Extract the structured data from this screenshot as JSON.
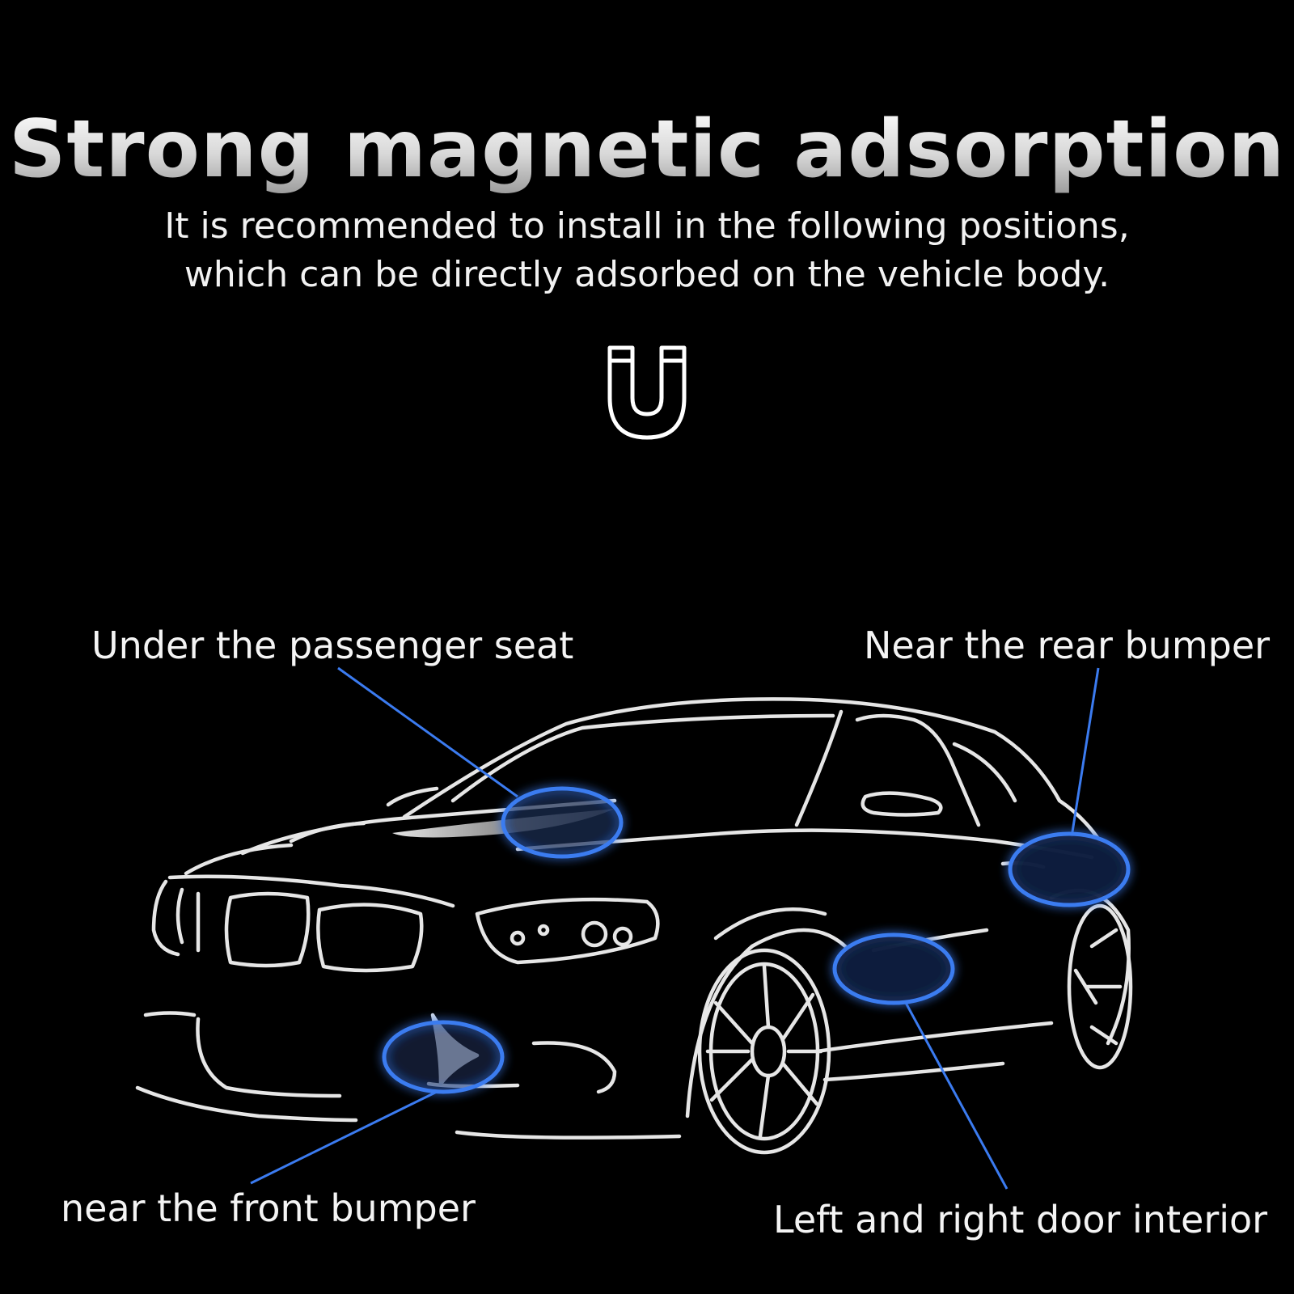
{
  "heading": {
    "title": "Strong magnetic adsorption",
    "subtitle_line1": "It is recommended to install in the following positions,",
    "subtitle_line2": "which can be directly adsorbed on the vehicle body."
  },
  "icons": {
    "magnet": "magnet-icon"
  },
  "locations": {
    "passenger_seat": "Under the passenger seat",
    "rear_bumper": "Near the rear bumper",
    "front_bumper": "near the front bumper",
    "door_interior": "Left and right door interior"
  },
  "colors": {
    "background": "#000000",
    "highlight": "#3b7bf0",
    "outline": "#e6e6e6"
  }
}
